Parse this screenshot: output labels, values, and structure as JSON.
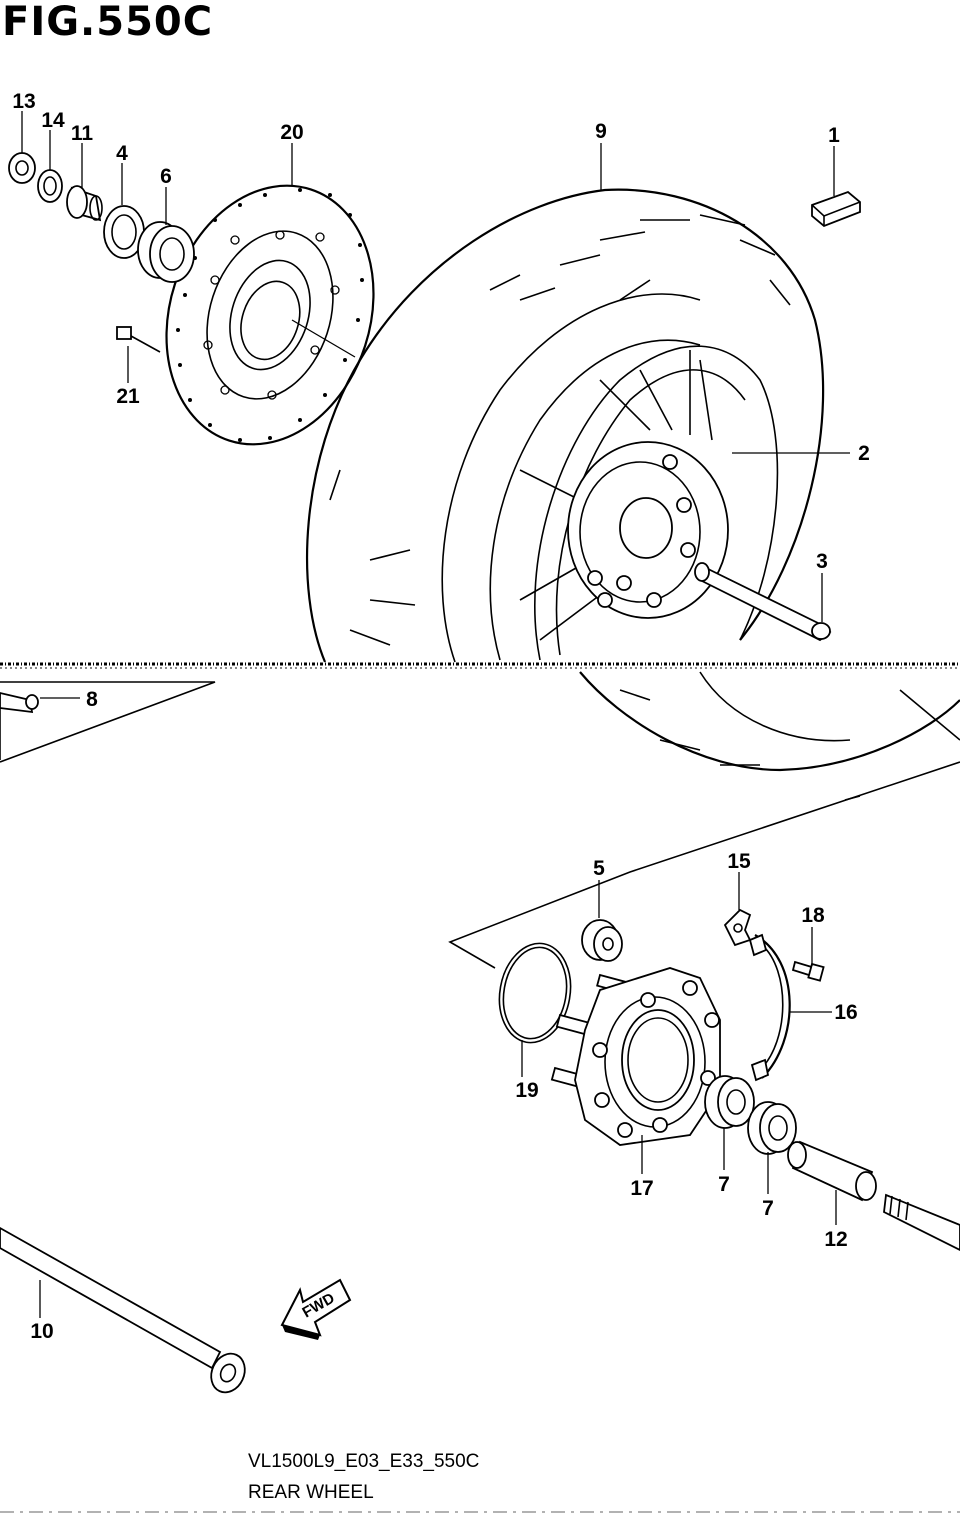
{
  "figure": {
    "title": "FIG.550C",
    "model_code": "VL1500L9_E03_E33_550C",
    "caption": "REAR WHEEL",
    "fwd_label": "FWD"
  },
  "callouts": [
    {
      "id": "c1",
      "text": "1"
    },
    {
      "id": "c2",
      "text": "2"
    },
    {
      "id": "c3",
      "text": "3"
    },
    {
      "id": "c4",
      "text": "4"
    },
    {
      "id": "c5",
      "text": "5"
    },
    {
      "id": "c6",
      "text": "6"
    },
    {
      "id": "c7a",
      "text": "7"
    },
    {
      "id": "c7b",
      "text": "7"
    },
    {
      "id": "c8",
      "text": "8"
    },
    {
      "id": "c9",
      "text": "9"
    },
    {
      "id": "c10",
      "text": "10"
    },
    {
      "id": "c11",
      "text": "11"
    },
    {
      "id": "c12",
      "text": "12"
    },
    {
      "id": "c13",
      "text": "13"
    },
    {
      "id": "c14",
      "text": "14"
    },
    {
      "id": "c15",
      "text": "15"
    },
    {
      "id": "c16",
      "text": "16"
    },
    {
      "id": "c17",
      "text": "17"
    },
    {
      "id": "c18",
      "text": "18"
    },
    {
      "id": "c19",
      "text": "19"
    },
    {
      "id": "c20",
      "text": "20"
    },
    {
      "id": "c21",
      "text": "21"
    }
  ]
}
